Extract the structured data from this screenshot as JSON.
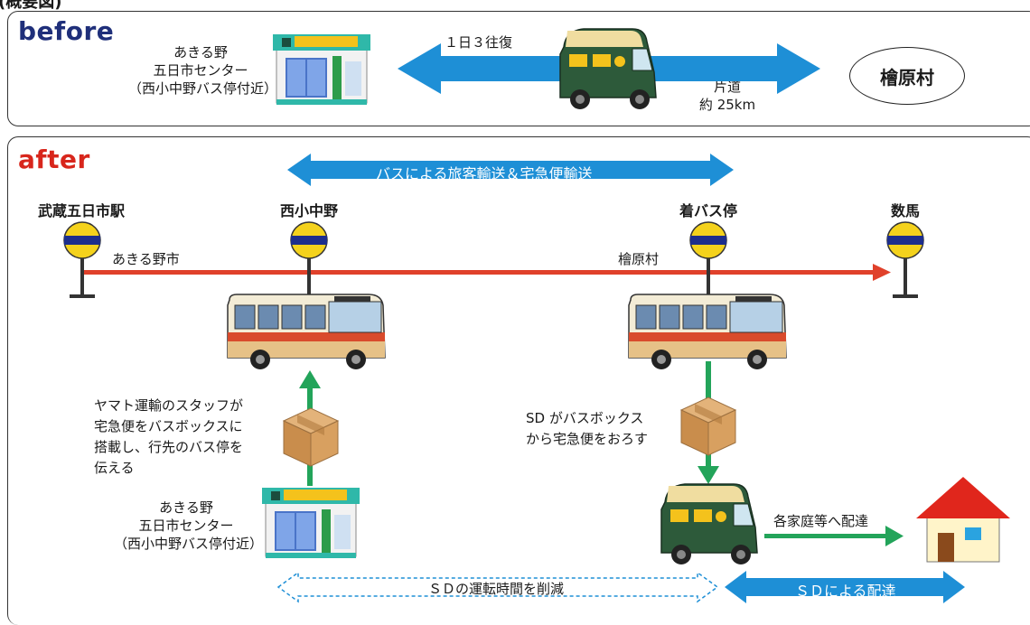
{
  "header": {
    "cut_title": "(概要図)"
  },
  "before": {
    "heading": "before",
    "center": {
      "line1": "あきる野",
      "line2": "五日市センター",
      "line3": "（西小中野バス停付近）"
    },
    "frequency": "１日３往復",
    "distance_line1": "片道",
    "distance_line2": "約 25km",
    "destination": "檜原村"
  },
  "after": {
    "heading": "after",
    "top_arrow_label": "バスによる旅客輸送＆宅急便輸送",
    "stops": [
      "武蔵五日市駅",
      "西小中野",
      "着バス停",
      "数馬"
    ],
    "area_left": "あきる野市",
    "area_right": "檜原村",
    "left_note": [
      "ヤマト運輸のスタッフが",
      "宅急便をバスボックスに",
      "搭載し、行先のバス停を",
      "伝える"
    ],
    "center": {
      "line1": "あきる野",
      "line2": "五日市センター",
      "line3": "（西小中野バス停付近）"
    },
    "right_note": [
      "SD がバスボックス",
      "から宅急便をおろす"
    ],
    "delivery_label": "各家庭等へ配達",
    "bottom_dashed": "ＳＤの運転時間を削減",
    "bottom_solid": "ＳＤによる配達"
  },
  "colors": {
    "arrow_blue": "#1e8fd6",
    "route_red": "#e0412b",
    "green": "#23a45a",
    "before_heading": "#1f2f7a",
    "after_heading": "#d8261c"
  }
}
